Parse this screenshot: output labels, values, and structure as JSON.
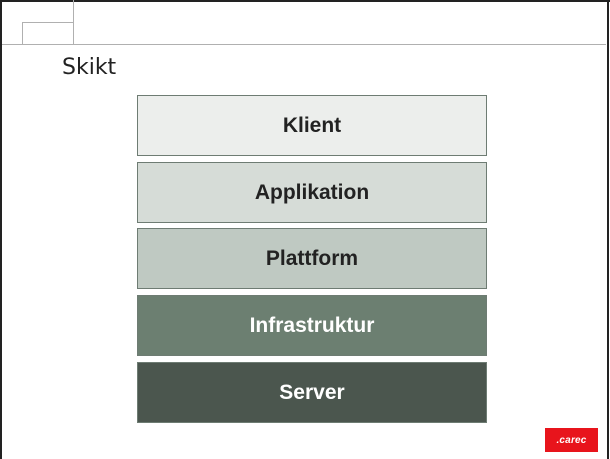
{
  "slide": {
    "title": "Skikt",
    "logo_text": ".carec"
  },
  "layers": [
    {
      "label": "Klient",
      "fill": "#eceeec",
      "text_color": "#222222"
    },
    {
      "label": "Applikation",
      "fill": "#d6dcd7",
      "text_color": "#222222"
    },
    {
      "label": "Plattform",
      "fill": "#bfc9c2",
      "text_color": "#222222"
    },
    {
      "label": "Infrastruktur",
      "fill": "#6c7f71",
      "text_color": "#ffffff"
    },
    {
      "label": "Server",
      "fill": "#4b564e",
      "text_color": "#ffffff"
    }
  ],
  "colors": {
    "logo_red": "#e8141c"
  }
}
